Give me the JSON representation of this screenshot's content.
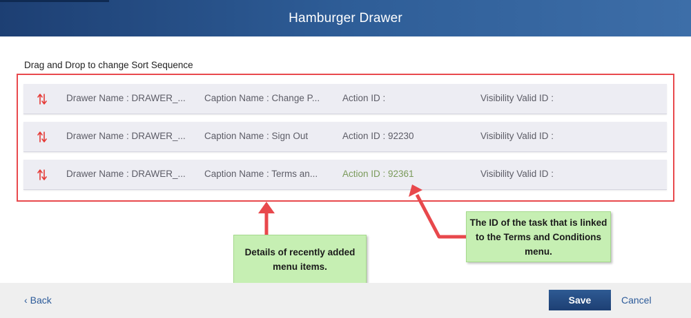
{
  "header": {
    "title": "Hamburger Drawer"
  },
  "instruction": "Drag and Drop to change Sort Sequence",
  "rows": [
    {
      "drawer": "Drawer Name : DRAWER_...",
      "caption": "Caption Name : Change P...",
      "action": "Action ID :",
      "visibility": "Visibility Valid ID :"
    },
    {
      "drawer": "Drawer Name : DRAWER_...",
      "caption": "Caption Name : Sign Out",
      "action": "Action ID : 92230",
      "visibility": "Visibility Valid ID :"
    },
    {
      "drawer": "Drawer Name : DRAWER_...",
      "caption": "Caption Name : Terms an...",
      "action": "Action ID : 92361",
      "visibility": "Visibility Valid ID :"
    }
  ],
  "callouts": {
    "recent_items": "Details of recently added menu items.",
    "task_id": "The ID of the task that is linked to the Terms and Conditions menu."
  },
  "footer": {
    "back_label": "Back",
    "save_label": "Save",
    "cancel_label": "Cancel"
  },
  "colors": {
    "header_start": "#1d3f73",
    "header_end": "#3d6ea8",
    "annotation_red": "#e8484c",
    "callout_green": "#c6efb3",
    "sort_icon_red": "#e53935",
    "link_blue": "#2b5a99"
  },
  "icons": {
    "sort": "sort-up-down-icon",
    "back": "chevron-left-icon"
  }
}
